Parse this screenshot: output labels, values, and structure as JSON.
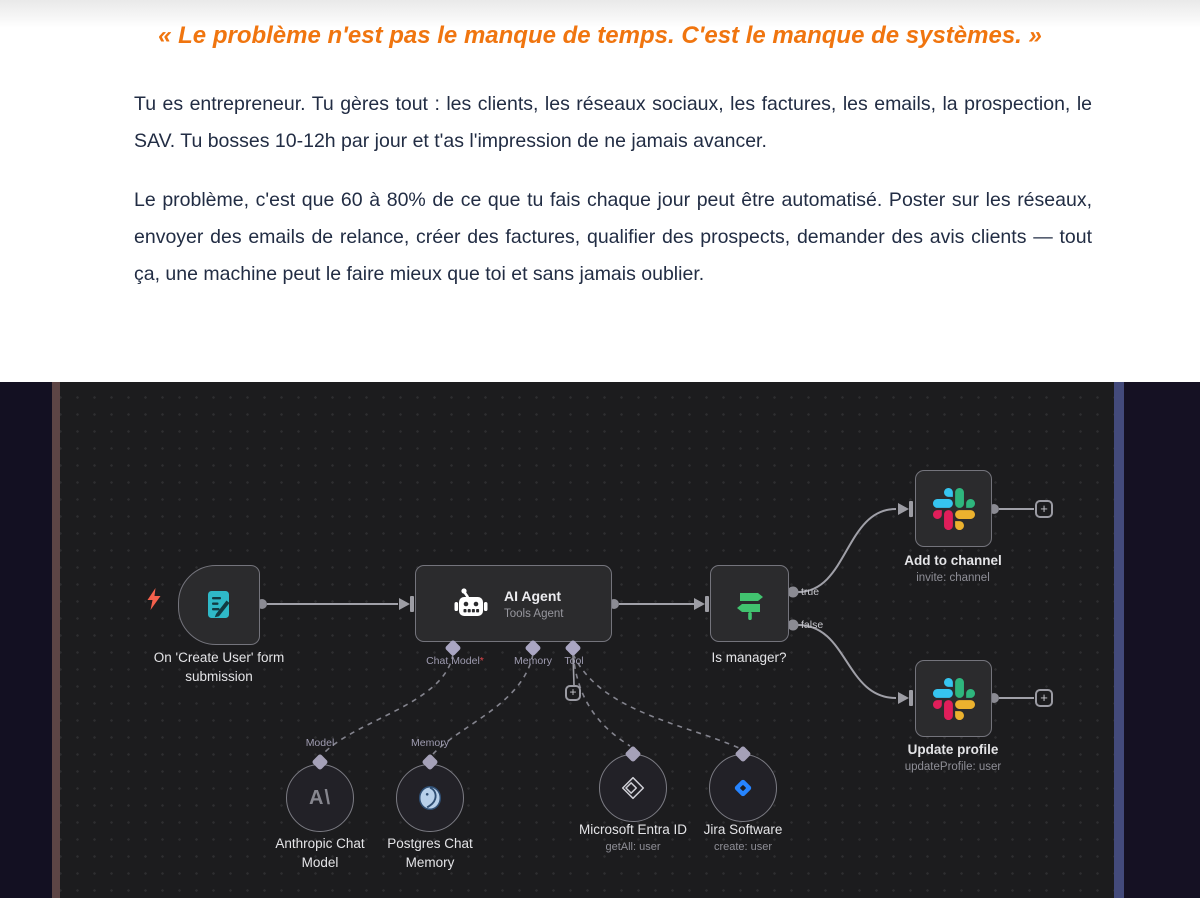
{
  "article": {
    "quote": "« Le problème n'est pas le manque de temps. C'est le manque de systèmes. »",
    "paragraphs": {
      "p1": "Tu es entrepreneur. Tu gères tout : les clients, les réseaux sociaux, les factures, les emails, la prospection, le SAV. Tu bosses 10-12h par jour et t'as l'impression de ne jamais avancer.",
      "p2": "Le problème, c'est que 60 à 80% de ce que tu fais chaque jour peut être automatisé. Poster sur les réseaux, envoyer des emails de relance, créer des factures, qualifier des prospects, demander des avis clients — tout ça, une machine peut le faire mieux que toi et sans jamais oublier."
    }
  },
  "workflow": {
    "trigger": {
      "label": "On 'Create User' form submission"
    },
    "agent": {
      "title": "AI Agent",
      "subtitle": "Tools Agent",
      "ports": {
        "chat_model": "Chat Model",
        "chat_model_required": "*",
        "memory": "Memory",
        "tool": "Tool"
      }
    },
    "if_node": {
      "label": "Is manager?",
      "output_true": "true",
      "output_false": "false"
    },
    "slack_invite": {
      "label": "Add to channel",
      "sublabel": "invite: channel"
    },
    "slack_update": {
      "label": "Update profile",
      "sublabel": "updateProfile: user"
    },
    "anthropic": {
      "port_label": "Model",
      "label": "Anthropic Chat Model",
      "logo_text": "A\\"
    },
    "postgres": {
      "port_label": "Memory",
      "label": "Postgres Chat Memory"
    },
    "entra": {
      "label": "Microsoft Entra ID",
      "sublabel": "getAll: user"
    },
    "jira": {
      "label": "Jira Software",
      "sublabel": "create: user"
    },
    "plus_label": "+"
  },
  "colors": {
    "quote_orange": "#f0750f",
    "body_text": "#222d44",
    "canvas_bg": "#1c1c1e",
    "node_bg": "#2b2b2d",
    "node_border": "#74747c",
    "wire_gray": "#a0a0a8",
    "slack_blue": "#36C5F0",
    "slack_green": "#2EB67D",
    "slack_yellow": "#ECB22E",
    "slack_red": "#E01E5A",
    "jira_blue": "#2684FF",
    "form_teal": "#2fb9c8",
    "if_green": "#41c36f",
    "bolt_red": "#f4604c"
  }
}
